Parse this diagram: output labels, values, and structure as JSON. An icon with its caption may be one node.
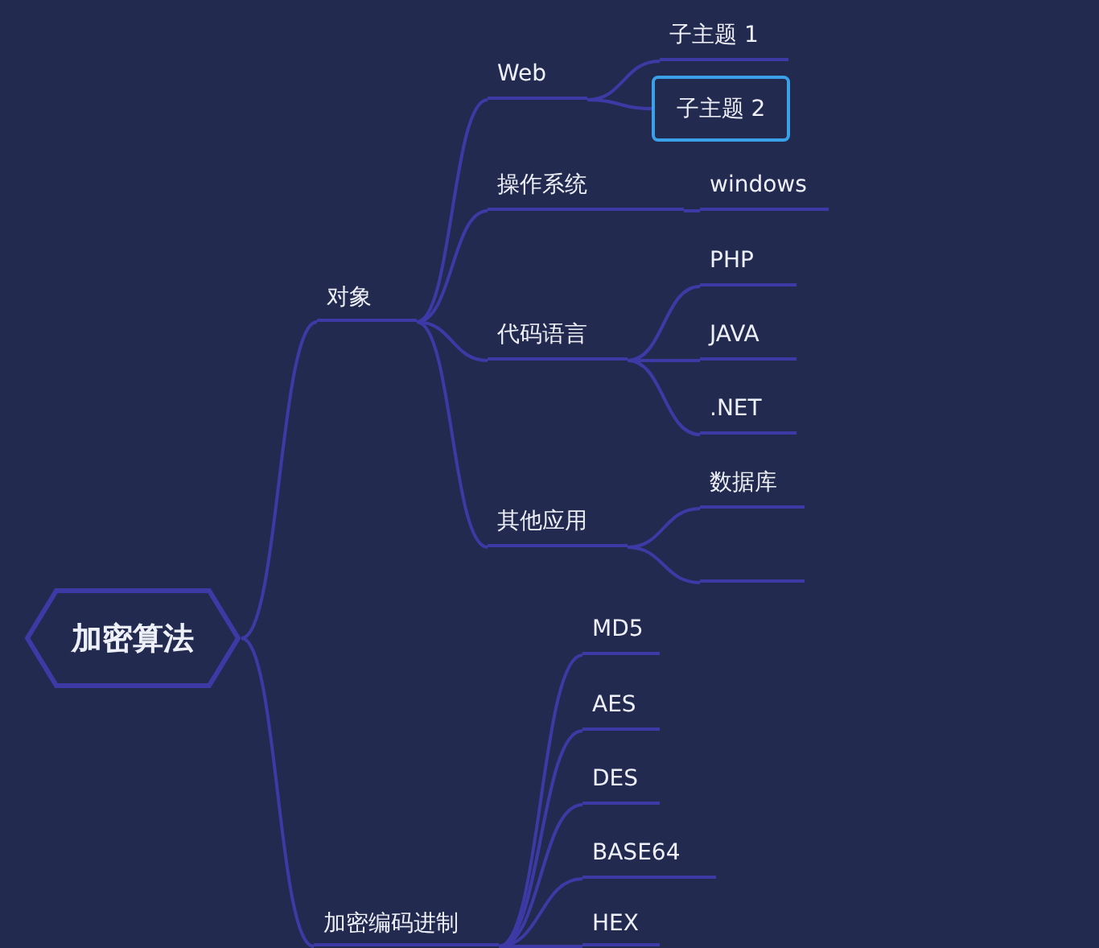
{
  "diagram": {
    "nodes": [
      {
        "text": [
          "加密算法"
        ]
      },
      {
        "text": [
          "对象"
        ]
      },
      {
        "text": [
          "Web"
        ]
      },
      {
        "text": [
          "子主题 1"
        ]
      },
      {
        "text": [
          "子主题 2"
        ]
      },
      {
        "text": [
          "操作系统"
        ]
      },
      {
        "text": [
          "windows"
        ]
      },
      {
        "text": [
          "代码语言"
        ]
      },
      {
        "text": [
          "PHP"
        ]
      },
      {
        "text": [
          "JAVA"
        ]
      },
      {
        "text": [
          ".NET"
        ]
      },
      {
        "text": [
          "其他应用"
        ]
      },
      {
        "text": [
          "数据库"
        ]
      },
      {
        "text": [],
        "shape": "bar"
      },
      {
        "text": [
          "加密编码进制"
        ]
      },
      {
        "text": [
          "MD5"
        ]
      },
      {
        "text": [
          "AES"
        ]
      },
      {
        "text": [
          "DES"
        ]
      },
      {
        "text": [
          "BASE64"
        ]
      },
      {
        "text": [
          "HEX"
        ]
      }
    ],
    "edges": [
      {
        "from": 0,
        "to": 1,
        "arrow": "none"
      },
      {
        "from": 1,
        "to": 2,
        "arrow": "none"
      },
      {
        "from": 2,
        "to": 3,
        "arrow": "none"
      },
      {
        "from": 2,
        "to": 4,
        "arrow": "none"
      },
      {
        "from": 1,
        "to": 5,
        "arrow": "none"
      },
      {
        "from": 5,
        "to": 6,
        "arrow": "none"
      },
      {
        "from": 1,
        "to": 7,
        "arrow": "none"
      },
      {
        "from": 7,
        "to": 8,
        "arrow": "none"
      },
      {
        "from": 7,
        "to": 9,
        "arrow": "none"
      },
      {
        "from": 7,
        "to": 10,
        "arrow": "none"
      },
      {
        "from": 1,
        "to": 11,
        "arrow": "none"
      },
      {
        "from": 11,
        "to": 12,
        "arrow": "none"
      },
      {
        "from": 11,
        "to": 13,
        "arrow": "none"
      },
      {
        "from": 0,
        "to": 14,
        "arrow": "none"
      },
      {
        "from": 14,
        "to": 15,
        "arrow": "none"
      },
      {
        "from": 14,
        "to": 16,
        "arrow": "none"
      },
      {
        "from": 14,
        "to": 17,
        "arrow": "none"
      },
      {
        "from": 14,
        "to": 18,
        "arrow": "none"
      },
      {
        "from": 14,
        "to": 19,
        "arrow": "none"
      }
    ]
  }
}
